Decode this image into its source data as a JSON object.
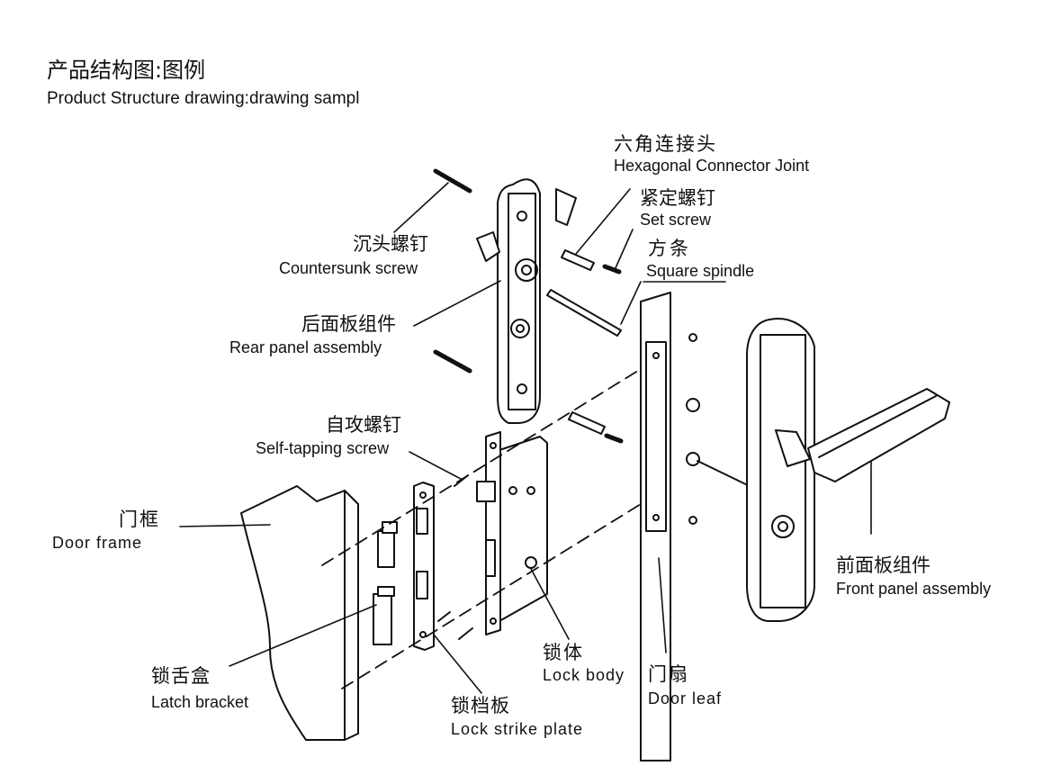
{
  "header": {
    "title_cn": "产品结构图:图例",
    "title_en": "Product Structure drawing:drawing sampl"
  },
  "labels": {
    "hex_joint": {
      "cn": "六角连接头",
      "en": "Hexagonal Connector Joint"
    },
    "set_screw": {
      "cn": "紧定螺钉",
      "en": "Set screw"
    },
    "countersunk": {
      "cn": "沉头螺钉",
      "en": "Countersunk screw"
    },
    "square_spindle": {
      "cn": "方条",
      "en": "Square spindle"
    },
    "rear_panel": {
      "cn": "后面板组件",
      "en": "Rear panel assembly"
    },
    "self_tapping": {
      "cn": "自攻螺钉",
      "en": "Self-tapping screw"
    },
    "door_frame": {
      "cn": "门框",
      "en": "Door frame"
    },
    "front_panel": {
      "cn": "前面板组件",
      "en": "Front panel assembly"
    },
    "lock_body": {
      "cn": "锁体",
      "en": "Lock body"
    },
    "door_leaf": {
      "cn": "门扇",
      "en": "Door leaf"
    },
    "latch_bracket": {
      "cn": "锁舌盒",
      "en": "Latch bracket"
    },
    "strike_plate": {
      "cn": "锁档板",
      "en": "Lock strike plate"
    }
  },
  "colors": {
    "line": "#111111",
    "background": "#ffffff"
  }
}
